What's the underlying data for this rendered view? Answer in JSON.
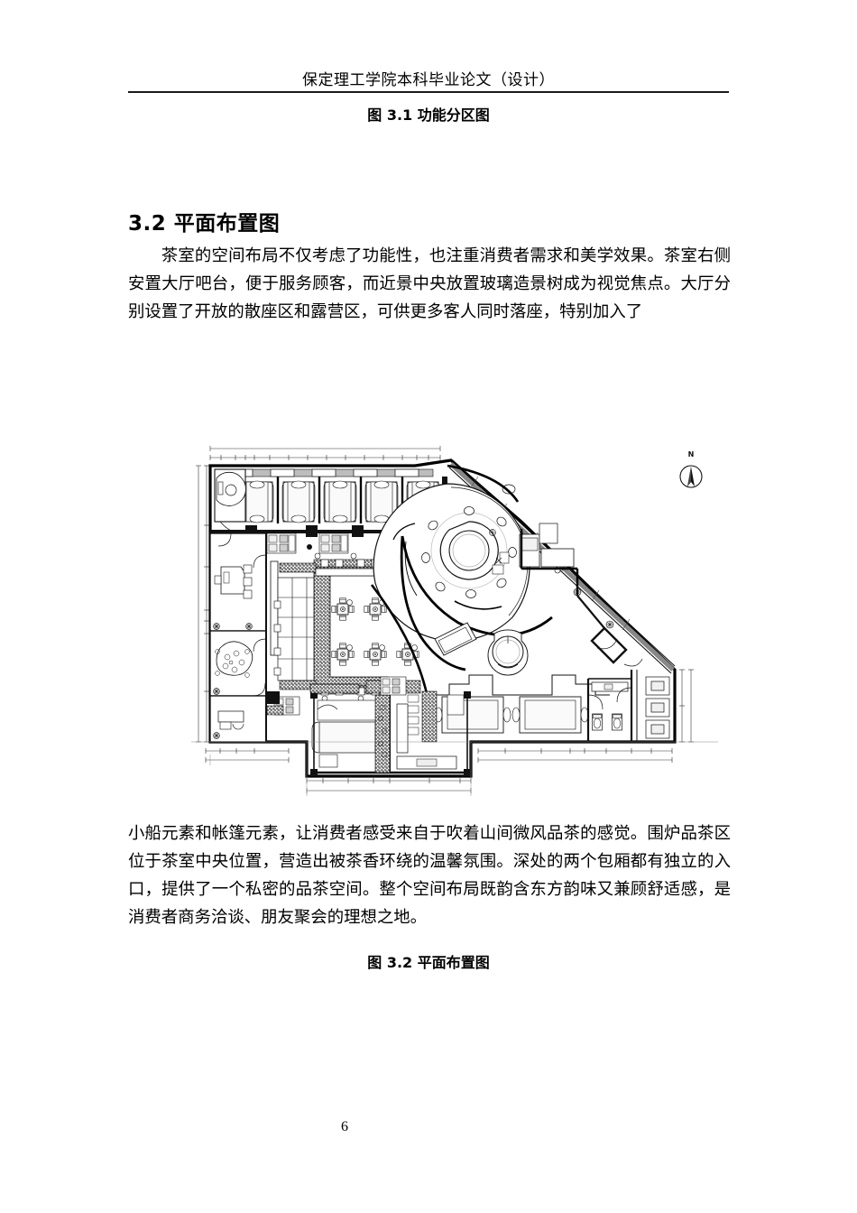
{
  "header": {
    "running_title": "保定理工学院本科毕业论文（设计）"
  },
  "captions": {
    "figure_3_1": "图 3.1 功能分区图",
    "figure_3_2": "图 3.2 平面布置图"
  },
  "section": {
    "number": "3.2",
    "title": "平面布置图",
    "full": "3.2  平面布置图"
  },
  "paragraphs": {
    "above_figure": "茶室的空间布局不仅考虑了功能性，也注重消费者需求和美学效果。茶室右侧安置大厅吧台，便于服务顾客，而近景中央放置玻璃造景树成为视觉焦点。大厅分别设置了开放的散座区和露营区，可供更多客人同时落座，特别加入了",
    "below_figure": "小船元素和帐篷元素，让消费者感受来自于吹着山间微风品茶的感觉。围炉品茶区位于茶室中央位置，营造出被茶香环绕的温馨氛围。深处的两个包厢都有独立的入口，提供了一个私密的品茶空间。整个空间布局既韵含东方韵味又兼顾舒适感，是消费者商务洽谈、朋友聚会的理想之地。"
  },
  "page_number": "6",
  "figure": {
    "type": "architectural-floor-plan",
    "description": "茶室平面布置图",
    "north_arrow_label": "N",
    "line_color": "#000000",
    "fill_light": "#f2f2f2",
    "fill_hatch": "#1a1a1a"
  }
}
